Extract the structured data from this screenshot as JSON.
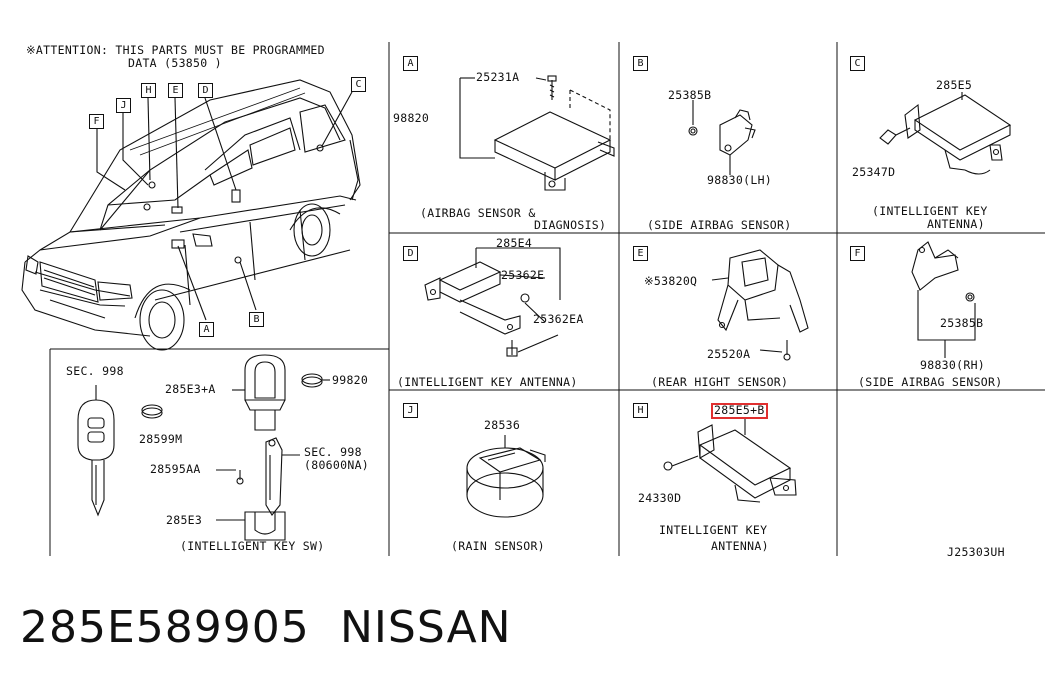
{
  "attention": {
    "line1": "※ATTENTION: THIS PARTS MUST BE PROGRAMMED",
    "line2": "DATA (53850      )"
  },
  "vehicle_callouts": [
    "F",
    "J",
    "H",
    "E",
    "D",
    "C",
    "A",
    "B"
  ],
  "panels": {
    "A": {
      "letter": "A",
      "parts": [
        "25231A",
        "98820"
      ],
      "caption1": "(AIRBAG SENSOR &",
      "caption2": "DIAGNOSIS)"
    },
    "B": {
      "letter": "B",
      "parts": [
        "25385B",
        "98830(LH)"
      ],
      "caption": "(SIDE AIRBAG SENSOR)"
    },
    "C": {
      "letter": "C",
      "parts": [
        "285E5",
        "25347D"
      ],
      "caption1": "(INTELLIGENT KEY",
      "caption2": "ANTENNA)"
    },
    "D": {
      "letter": "D",
      "parts": [
        "285E4",
        "25362E",
        "25362EA"
      ],
      "caption": "(INTELLIGENT KEY ANTENNA)"
    },
    "E": {
      "letter": "E",
      "parts": [
        "※53820Q",
        "25520A"
      ],
      "caption": "(REAR HIGHT SENSOR)"
    },
    "F": {
      "letter": "F",
      "parts": [
        "25385B",
        "98830(RH)"
      ],
      "caption": "(SIDE AIRBAG SENSOR)"
    },
    "J": {
      "letter": "J",
      "parts": [
        "28536"
      ],
      "caption": "(RAIN SENSOR)"
    },
    "H": {
      "letter": "H",
      "parts": [
        "285E5+B",
        "24330D"
      ],
      "caption1": "INTELLIGENT KEY",
      "caption2": "ANTENNA)"
    },
    "key": {
      "parts": [
        "SEC. 998",
        "285E3+A",
        "99820",
        "28599M",
        "28595AA",
        "SEC. 998",
        "(80600NA)",
        "285E3"
      ],
      "caption": "(INTELLIGENT KEY SW)"
    }
  },
  "diagram_code": "J25303UH",
  "footer": {
    "part_number": "285E589905",
    "brand": "NISSAN"
  },
  "colors": {
    "ink": "#111111",
    "highlight": "#e03030",
    "background": "#ffffff"
  }
}
